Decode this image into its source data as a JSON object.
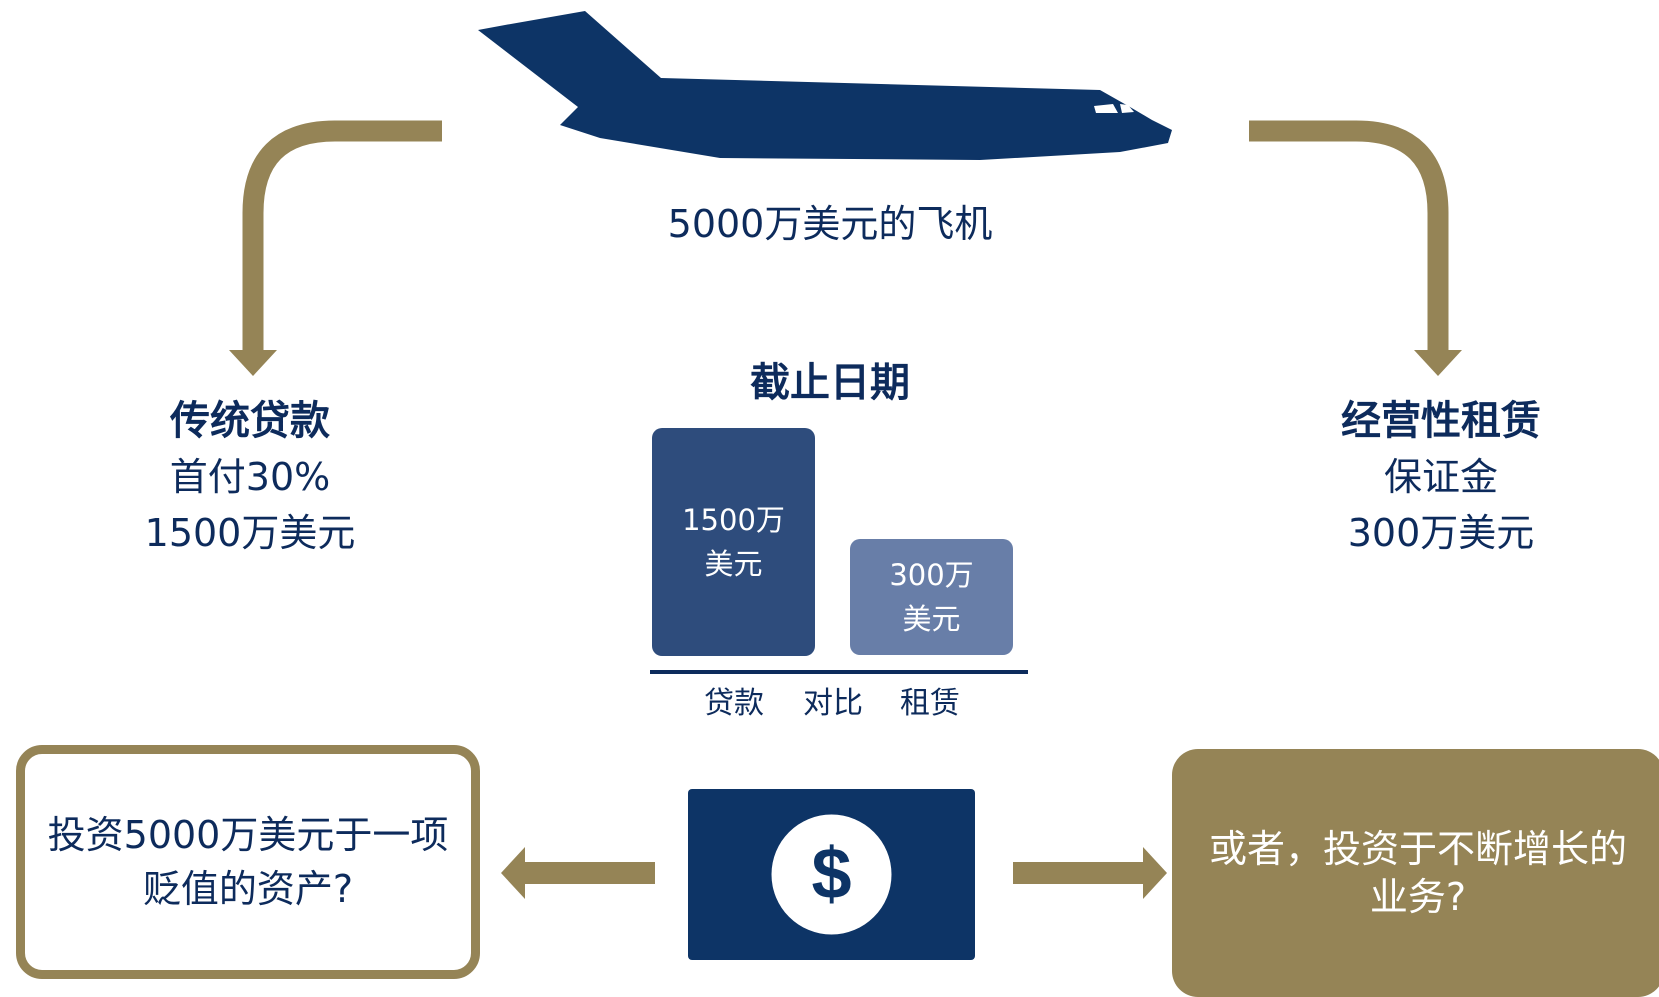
{
  "colors": {
    "navy": "#0d3466",
    "text_navy": "#0d2b5c",
    "gold": "#958456",
    "bar_loan": "#2e4c7c",
    "bar_lease": "#687ea8",
    "white": "#ffffff"
  },
  "icons": {
    "plane": "airplane-icon",
    "money": "dollar-bill-icon"
  },
  "plane_caption": "5000万美元的飞机",
  "loan": {
    "title": "传统贷款",
    "line1": "首付30%",
    "line2": "1500万美元"
  },
  "lease": {
    "title": "经营性租赁",
    "line1": "保证金",
    "line2": "300万美元"
  },
  "cutoff": {
    "title": "截止日期",
    "bar_loan_label": "1500万\n美元",
    "bar_lease_label": "300万\n美元",
    "axis_loan": "贷款",
    "axis_vs": "对比",
    "axis_lease": "租赁"
  },
  "chart_data": {
    "type": "bar",
    "title": "截止日期",
    "categories": [
      "贷款",
      "租赁"
    ],
    "values": [
      1500,
      300
    ],
    "data_labels": [
      "1500万\n美元",
      "300万\n美元"
    ]
  },
  "outcomes": {
    "left_text": "投资5000万美元于一项贬值的资产?",
    "right_text": "或者，投资于不断增长的业务?",
    "dollar_sign": "$"
  }
}
